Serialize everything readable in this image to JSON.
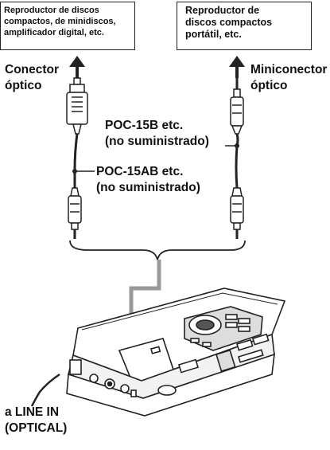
{
  "source_left": {
    "lines": [
      "Reproductor de discos",
      "compactos, de minidiscos,",
      "amplificador digital, etc."
    ]
  },
  "source_right": {
    "lines": [
      "Reproductor de",
      "discos compactos",
      "portátil, etc."
    ]
  },
  "labels": {
    "optical_connector": [
      "Conector",
      "óptico"
    ],
    "optical_miniconnector": [
      "Miniconector",
      "óptico"
    ],
    "cable_poc15b": [
      "POC-15B etc.",
      "(no suministrado)"
    ],
    "cable_poc15ab": [
      "POC-15AB etc.",
      "(no suministrado)"
    ],
    "line_in": [
      "a LINE IN",
      "(OPTICAL)"
    ]
  }
}
